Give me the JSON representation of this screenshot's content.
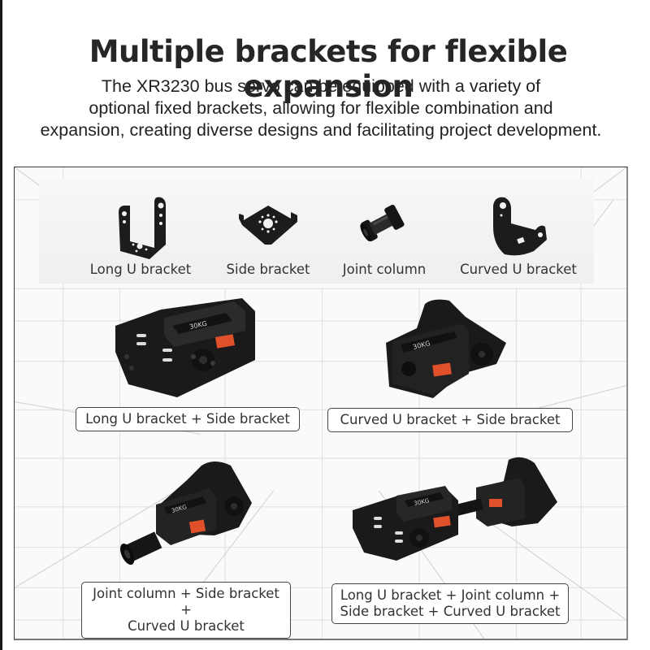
{
  "header": {
    "title": "Multiple brackets for flexible expansion",
    "subtitle_lines": [
      "The XR3230 bus servo can be equipped with a variety of",
      "optional fixed brackets, allowing for flexible combination and",
      "expansion, creating diverse designs and facilitating project development."
    ]
  },
  "parts": [
    {
      "label": "Long U bracket",
      "icon": "long-u-bracket"
    },
    {
      "label": "Side bracket",
      "icon": "side-bracket"
    },
    {
      "label": "Joint column",
      "icon": "joint-column"
    },
    {
      "label": "Curved U bracket",
      "icon": "curved-u-bracket"
    }
  ],
  "combinations": [
    {
      "lines": [
        "Long U bracket + Side bracket"
      ]
    },
    {
      "lines": [
        "Curved U bracket + Side bracket"
      ]
    },
    {
      "lines": [
        "Joint column + Side bracket +",
        "Curved U bracket"
      ]
    },
    {
      "lines": [
        "Long U bracket + Joint column +",
        "Side bracket + Curved U bracket"
      ]
    }
  ],
  "colors": {
    "metal": "#1c1c1c",
    "label_accent": "#e0502a",
    "frame_border": "#3a3a3a",
    "grid_line": "#e4e4e4"
  }
}
